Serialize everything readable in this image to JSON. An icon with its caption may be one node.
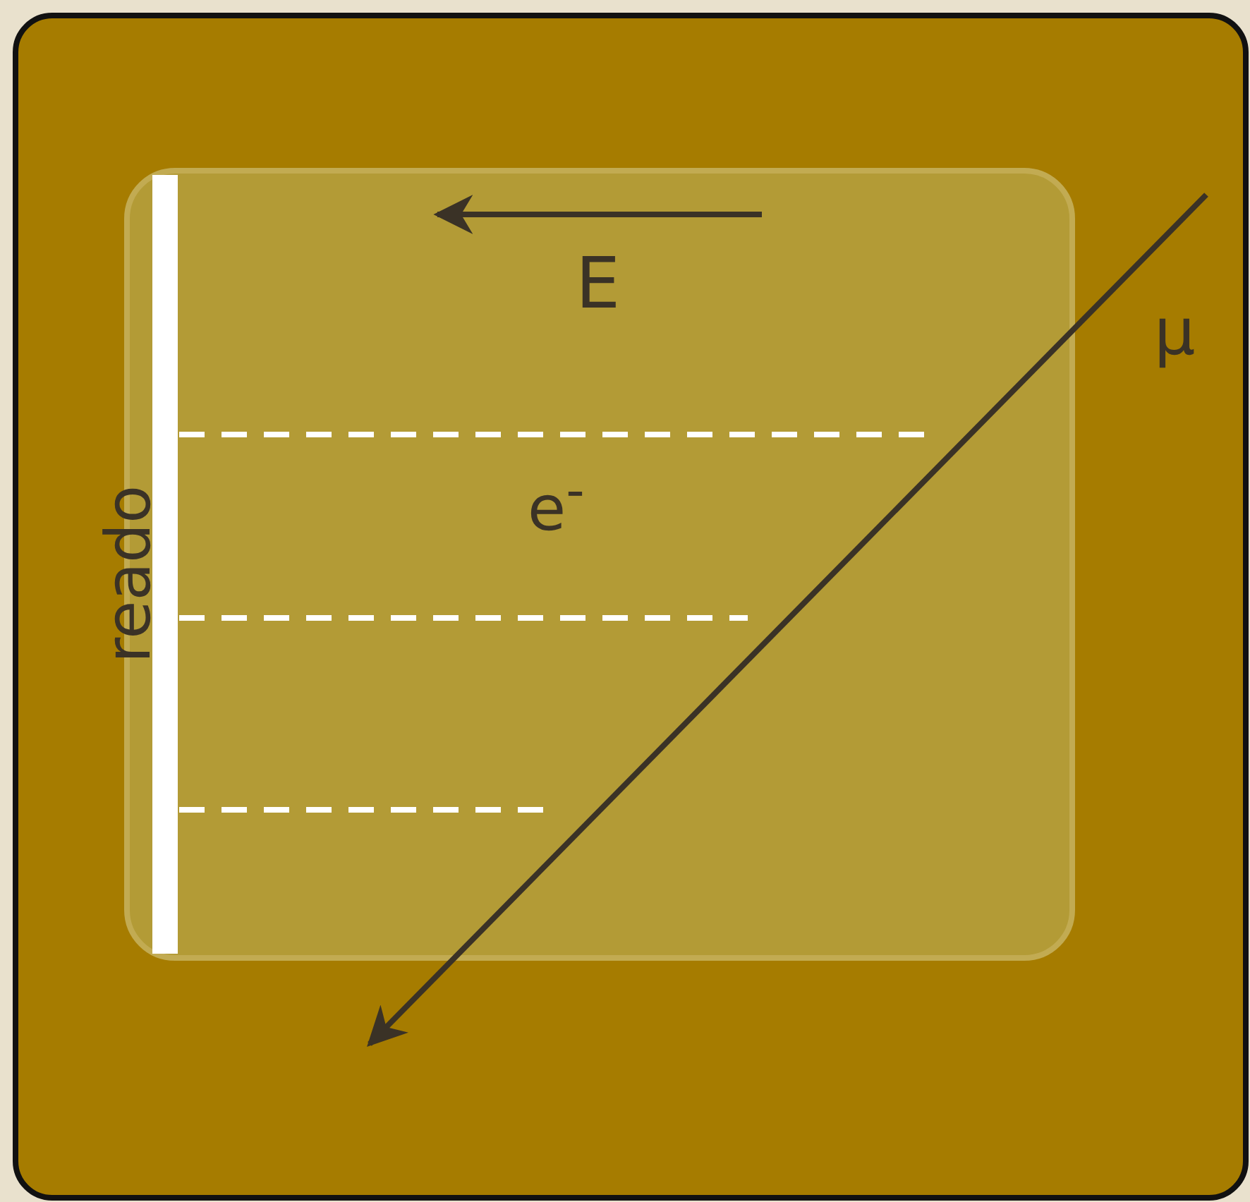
{
  "diagram": {
    "labels": [
      "E",
      "μ",
      "e$^{-}$",
      "reado"
    ]
  }
}
